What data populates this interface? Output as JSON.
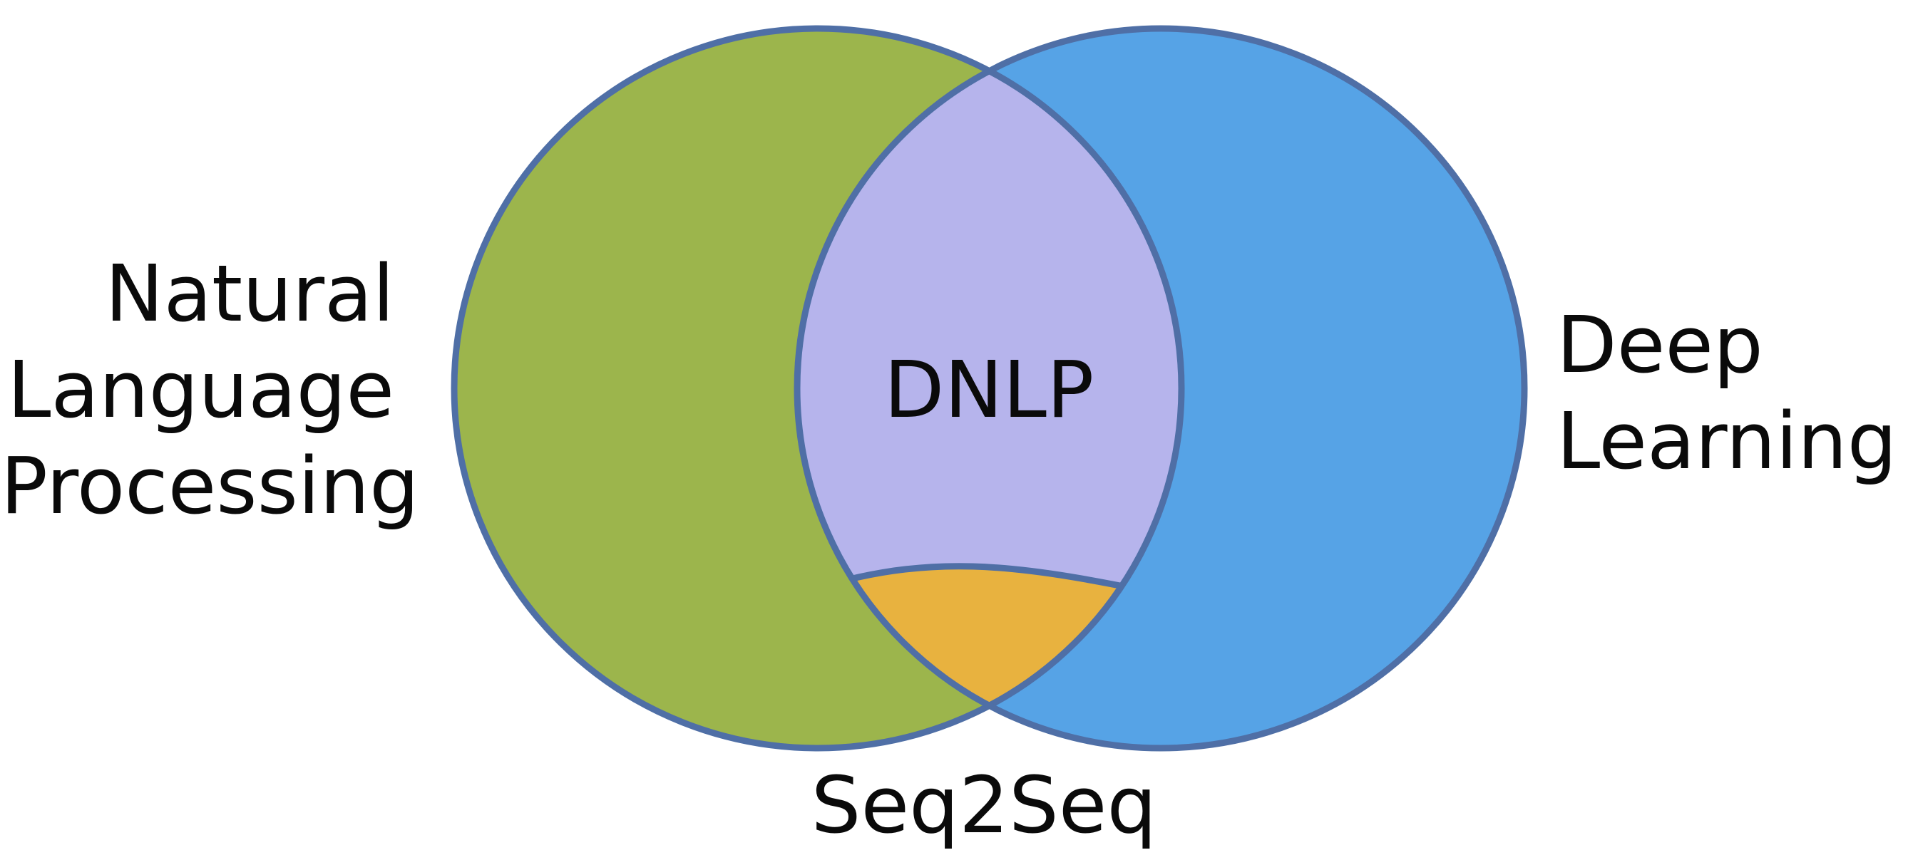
{
  "diagram": {
    "left_set": {
      "lines": [
        "Natural",
        "Language",
        "Processing"
      ],
      "color": "#9CB54C"
    },
    "right_set": {
      "lines": [
        "Deep",
        "Learning"
      ],
      "color": "#56A3E6"
    },
    "intersection": {
      "label": "DNLP",
      "color": "#B6B4EC"
    },
    "subset": {
      "label": "Seq2Seq",
      "color": "#E8B23F"
    },
    "outline_color": "#4F6FA6"
  }
}
